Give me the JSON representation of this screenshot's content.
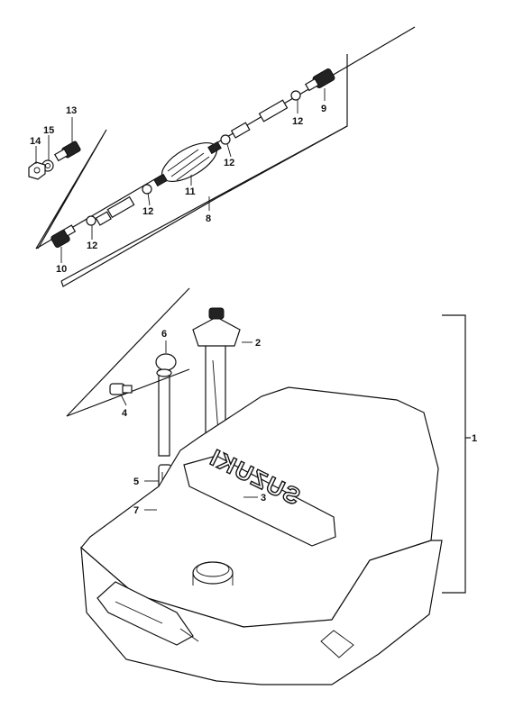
{
  "diagram": {
    "brand_text": "SUZUKI",
    "callouts": [
      {
        "id": "1",
        "label": "1"
      },
      {
        "id": "2",
        "label": "2"
      },
      {
        "id": "3",
        "label": "3"
      },
      {
        "id": "4",
        "label": "4"
      },
      {
        "id": "5",
        "label": "5"
      },
      {
        "id": "6",
        "label": "6"
      },
      {
        "id": "7",
        "label": "7"
      },
      {
        "id": "8",
        "label": "8"
      },
      {
        "id": "9",
        "label": "9"
      },
      {
        "id": "10",
        "label": "10"
      },
      {
        "id": "11",
        "label": "11"
      },
      {
        "id": "12a",
        "label": "12"
      },
      {
        "id": "12b",
        "label": "12"
      },
      {
        "id": "12c",
        "label": "12"
      },
      {
        "id": "12d",
        "label": "12"
      },
      {
        "id": "13",
        "label": "13"
      },
      {
        "id": "14",
        "label": "14"
      },
      {
        "id": "15",
        "label": "15"
      }
    ]
  }
}
